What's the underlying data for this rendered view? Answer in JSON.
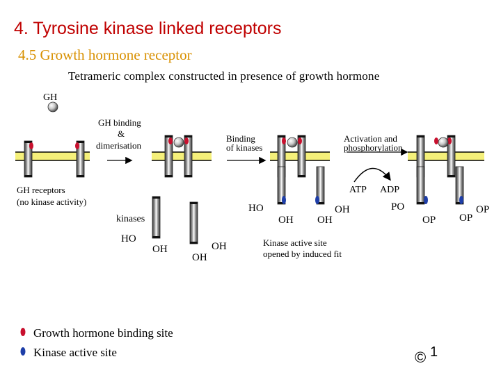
{
  "title": "4.   Tyrosine kinase linked receptors",
  "subtitle": "4.5  Growth hormone receptor",
  "caption": "Tetrameric complex constructed in presence of growth hormone",
  "labels": {
    "gh": "GH",
    "gh_binding_1": "GH binding",
    "gh_binding_2": "&",
    "gh_binding_3": "dimerisation",
    "binding_kinases_1": "Binding",
    "binding_kinases_2": "of kinases",
    "activation_1": "Activation and",
    "activation_2": "phosphorylation",
    "gh_receptors_1": "GH receptors",
    "gh_receptors_2": "(no kinase activity)",
    "atp": "ATP",
    "adp": "ADP",
    "kinases": "kinases",
    "kinase_site_1": "Kinase active site",
    "kinase_site_2": "opened by induced fit"
  },
  "groups": {
    "ho_1": "HO",
    "oh_1": "OH",
    "oh_2": "OH",
    "oh_3": "OH",
    "ho_2": "HO",
    "oh_4": "OH",
    "oh_5": "OH",
    "po": "PO",
    "op_1": "OP",
    "op_2": "OP",
    "op_3": "OP"
  },
  "legend": {
    "growth_site": "Growth hormone binding site",
    "kinase_site": "Kinase active site"
  },
  "footer": {
    "copyright": "©",
    "page": "1"
  },
  "colors": {
    "title": "#c00000",
    "subtitle": "#d89000",
    "membrane": "#f5f07a",
    "gh_site": "#c8102e",
    "kinase_site": "#1e3ea8"
  }
}
